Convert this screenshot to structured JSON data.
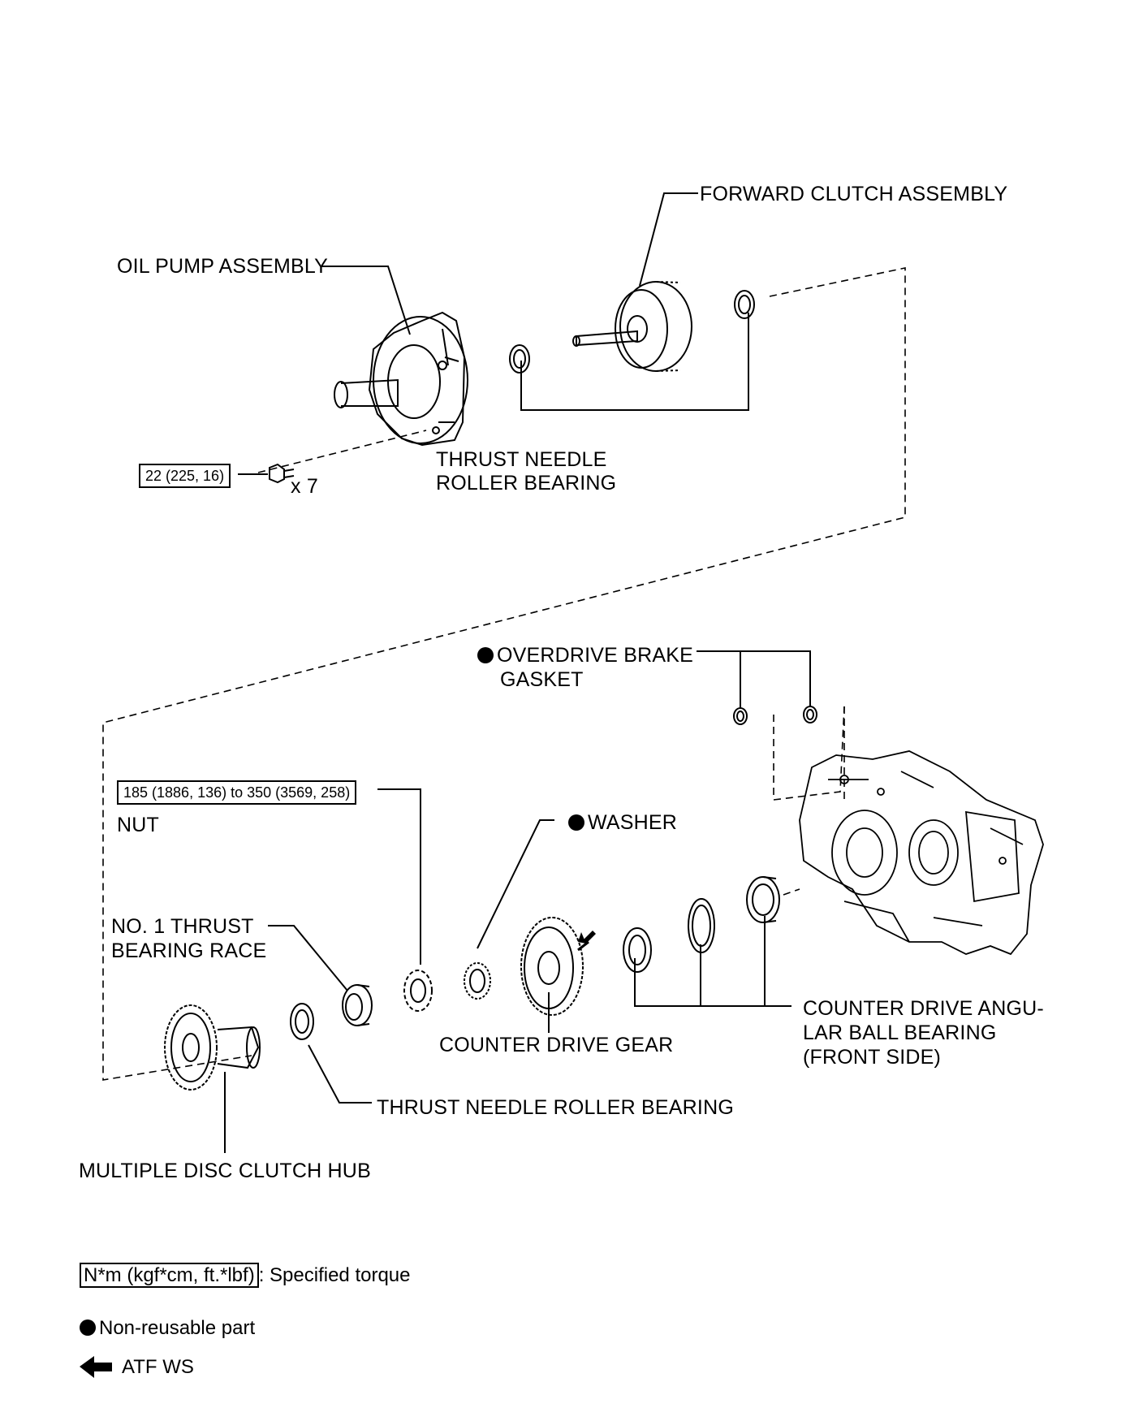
{
  "labels": {
    "forward_clutch": "FORWARD CLUTCH ASSEMBLY",
    "oil_pump": "OIL PUMP ASSEMBLY",
    "thrust_needle_upper_1": "THRUST NEEDLE",
    "thrust_needle_upper_2": "ROLLER BEARING",
    "bolt_qty": "x 7",
    "overdrive_gasket_1": "OVERDRIVE BRAKE",
    "overdrive_gasket_2": "GASKET",
    "nut": "NUT",
    "washer": "WASHER",
    "no1_race_1": "NO. 1 THRUST",
    "no1_race_2": "BEARING RACE",
    "counter_drive_gear": "COUNTER DRIVE GEAR",
    "counter_bearing_1": "COUNTER DRIVE ANGU-",
    "counter_bearing_2": "LAR BALL BEARING",
    "counter_bearing_3": "(FRONT SIDE)",
    "thrust_needle_lower": "THRUST NEEDLE ROLLER BEARING",
    "clutch_hub": "MULTIPLE DISC CLUTCH HUB"
  },
  "torques": {
    "bolt": "22 (225, 16)",
    "nut": "185 (1886, 136) to 350 (3569, 258)"
  },
  "legend": {
    "torque_unit": "N*m (kgf*cm, ft.*lbf)",
    "torque_desc": ": Specified torque",
    "non_reusable": "Non-reusable part",
    "atf": "ATF WS"
  },
  "icons": {
    "non_reusable_marker": "filled-circle",
    "atf_marker": "left-arrow"
  }
}
